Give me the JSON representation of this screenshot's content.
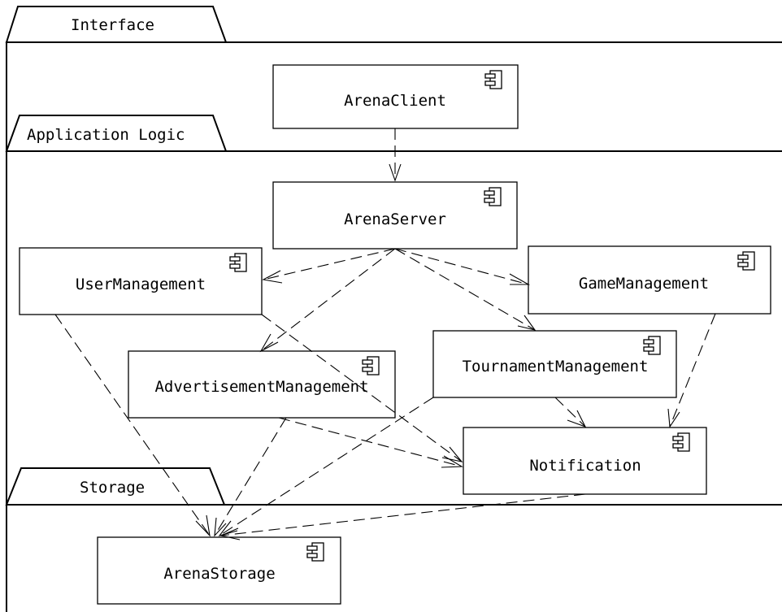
{
  "packages": {
    "interface": "Interface",
    "application_logic": "Application Logic",
    "storage": "Storage"
  },
  "components": {
    "arena_client": "ArenaClient",
    "arena_server": "ArenaServer",
    "user_management": "UserManagement",
    "game_management": "GameManagement",
    "advertisement_management": "AdvertisementManagement",
    "tournament_management": "TournamentManagement",
    "notification": "Notification",
    "arena_storage": "ArenaStorage"
  },
  "icons": {
    "component": "uml-component-icon"
  },
  "dependencies": [
    {
      "from": "ArenaClient",
      "to": "ArenaServer"
    },
    {
      "from": "ArenaServer",
      "to": "UserManagement"
    },
    {
      "from": "ArenaServer",
      "to": "GameManagement"
    },
    {
      "from": "ArenaServer",
      "to": "AdvertisementManagement"
    },
    {
      "from": "ArenaServer",
      "to": "TournamentManagement"
    },
    {
      "from": "UserManagement",
      "to": "Notification"
    },
    {
      "from": "UserManagement",
      "to": "ArenaStorage"
    },
    {
      "from": "GameManagement",
      "to": "Notification"
    },
    {
      "from": "TournamentManagement",
      "to": "Notification"
    },
    {
      "from": "TournamentManagement",
      "to": "ArenaStorage"
    },
    {
      "from": "AdvertisementManagement",
      "to": "Notification"
    },
    {
      "from": "AdvertisementManagement",
      "to": "ArenaStorage"
    },
    {
      "from": "Notification",
      "to": "ArenaStorage"
    }
  ]
}
